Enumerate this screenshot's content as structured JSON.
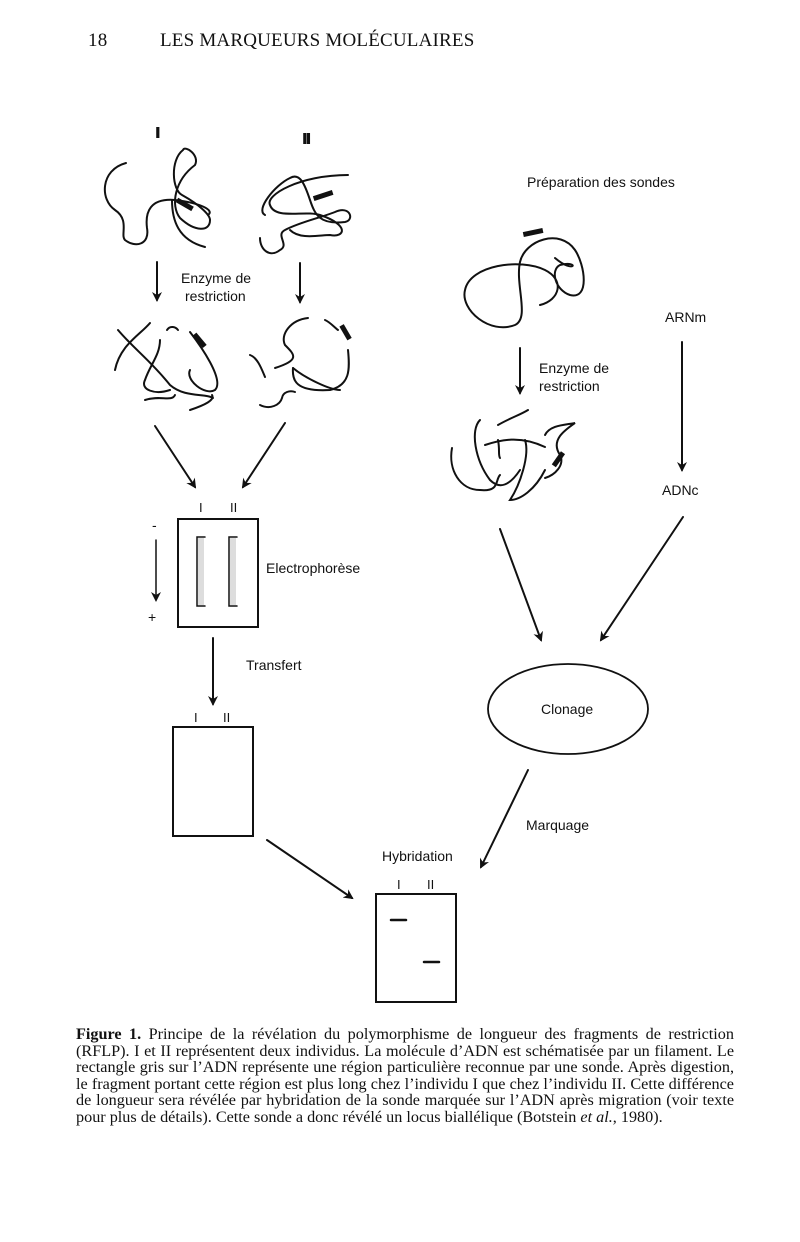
{
  "page": {
    "number": "18",
    "running_head": "LES MARQUEURS MOLÉCULAIRES"
  },
  "figure": {
    "individual_labels": {
      "one": "I",
      "two": "II"
    },
    "labels": {
      "enzyme_left_1": "Enzyme de",
      "enzyme_left_2": "restriction",
      "enzyme_right_1": "Enzyme de",
      "enzyme_right_2": "restriction",
      "probe_prep": "Préparation des sondes",
      "arnm": "ARNm",
      "adnc": "ADNc",
      "electrophoresis": "Electrophorèse",
      "minus": "-",
      "plus": "+",
      "transfer": "Transfert",
      "cloning": "Clonage",
      "labeling": "Marquage",
      "hybridization": "Hybridation"
    }
  },
  "caption": {
    "lead": "Figure 1.",
    "text_1": " Principe de la révélation du polymorphisme de longueur des fragments de restriction (RFLP). I et II représentent deux individus. La molécule d’ADN est schématisée par un filament. Le rectangle gris sur l’ADN représente une région particulière reconnue par une sonde. Après digestion, le fragment portant cette région est plus long chez l’individu I que chez l’individu II. Cette différence de longueur sera révélée par hybridation de la sonde marquée sur l’ADN après migration (voir texte pour plus de détails). Cette sonde a donc révélé un locus biallélique (Botstein ",
    "etal": "et al.",
    "text_2": ", 1980)."
  }
}
